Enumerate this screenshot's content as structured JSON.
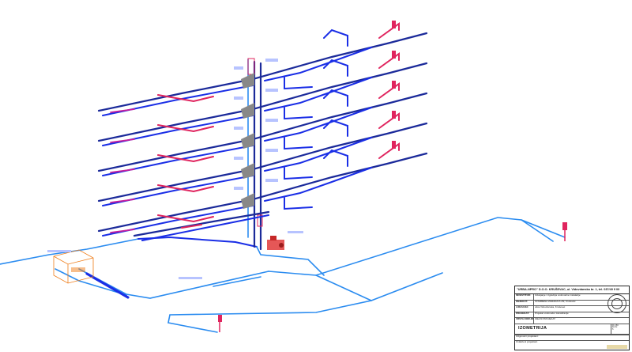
{
  "title_block": {
    "company": "\"URBA-NPRO\" D.O.O. KRUŠEVAC, ul. Vidovdanska br. 1, tel. 037/49 9 00",
    "rows": [
      {
        "label": "INVESTITOR:",
        "value": "Izdvajanje i izgradnja vodovodne instalacije"
      },
      {
        "label": "OBJEKAT:",
        "value": "STAMBENA ZGRADA P+Pk, Kruševac"
      },
      {
        "label": "LOKACIJA:",
        "value": "ulica Vidovdanska, Kruševac"
      },
      {
        "label": "PROJEKAT:",
        "value": "Projekat vodovoda i kanalizacije"
      },
      {
        "label": "VRSTA DOKUMENTACIJE:",
        "value": "IDEJNI PROJEKAT"
      }
    ],
    "sheet_name": "IZOMETRIJA",
    "sheet_meta": [
      "R 1:50",
      "list br.",
      "5"
    ],
    "footer_rows": [
      "Odgovorni projektant:",
      "Ovlašćeni projektant"
    ]
  },
  "drawing": {
    "pipe_colors": {
      "supply": "#1a2ee6",
      "hot_water": "#e0245e",
      "riser": "#1b2a9a",
      "branch": "#2b8cf0"
    },
    "floors": 6,
    "icons": [
      "water-heater-icon",
      "pump-station-icon",
      "water-meter-shaft-icon",
      "hydrant-icon"
    ]
  }
}
